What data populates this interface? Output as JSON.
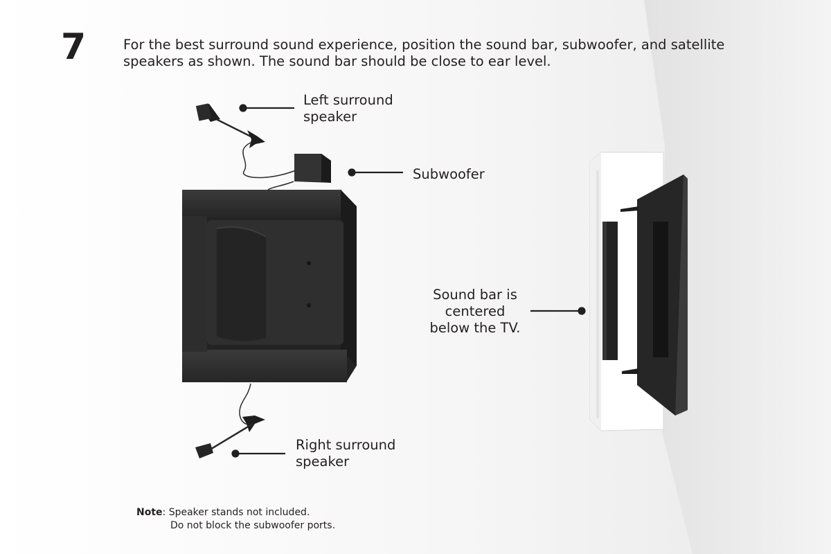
{
  "step": {
    "number": "7"
  },
  "intro": {
    "line1": "For the best surround sound experience, position the sound bar, subwoofer, and satellite",
    "line2": "speakers as shown. The sound bar should be close to ear level."
  },
  "callouts": {
    "left_surround": {
      "line1": "Left surround",
      "line2": "speaker"
    },
    "subwoofer": {
      "line1": "Subwoofer"
    },
    "sound_bar": {
      "line1": "Sound bar is",
      "line2": "centered",
      "line3": "below the TV."
    },
    "right_surround": {
      "line1": "Right surround",
      "line2": "speaker"
    }
  },
  "note": {
    "label": "Note",
    "line1": ": Speaker stands not included.",
    "line2": "Do not block the subwoofer ports."
  },
  "colors": {
    "text": "#231f20",
    "furniture": "#2b2b2b",
    "wall_shadow": "#ececec",
    "tv_stand": "#ffffff"
  },
  "icons": [
    "armchair-icon",
    "surround-speaker-icon",
    "subwoofer-icon",
    "tv-icon",
    "soundbar-icon",
    "tv-stand-icon"
  ]
}
